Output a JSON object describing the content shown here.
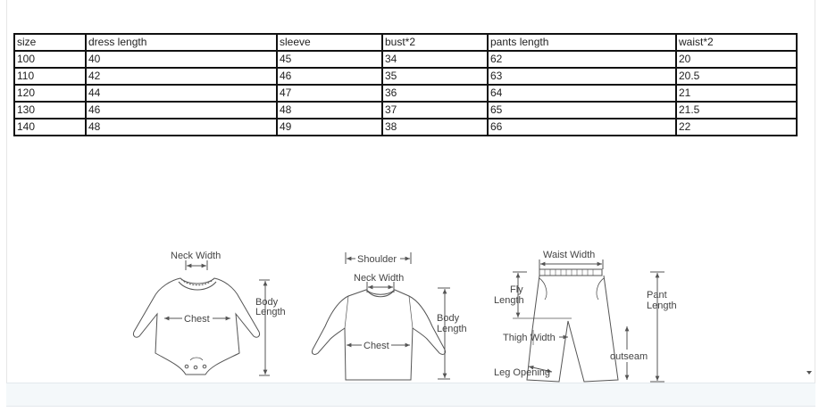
{
  "size_table": {
    "headers": [
      "size",
      "dress length",
      "sleeve",
      "bust*2",
      "pants length",
      "waist*2"
    ],
    "rows": [
      [
        "100",
        "40",
        "45",
        "34",
        "62",
        "20"
      ],
      [
        "110",
        "42",
        "46",
        "35",
        "63",
        "20.5"
      ],
      [
        "120",
        "44",
        "47",
        "36",
        "64",
        "21"
      ],
      [
        "130",
        "46",
        "48",
        "37",
        "65",
        "21.5"
      ],
      [
        "140",
        "48",
        "49",
        "38",
        "66",
        "22"
      ]
    ]
  },
  "diagram": {
    "romper": {
      "neck_width": "Neck Width",
      "chest": "Chest",
      "body_length_1": "Body",
      "body_length_2": "Length"
    },
    "shirt": {
      "shoulder": "Shoulder",
      "neck_width": "Neck Width",
      "chest": "Chest",
      "body_length_1": "Body",
      "body_length_2": "Length"
    },
    "pants": {
      "waist_width": "Waist Width",
      "fly_length_1": "Fly",
      "fly_length_2": "Length",
      "pant_length_1": "Pant",
      "pant_length_2": "Length",
      "thigh_width": "Thigh Width",
      "outseam": "outseam",
      "leg_opening": "Leg Opening"
    }
  }
}
